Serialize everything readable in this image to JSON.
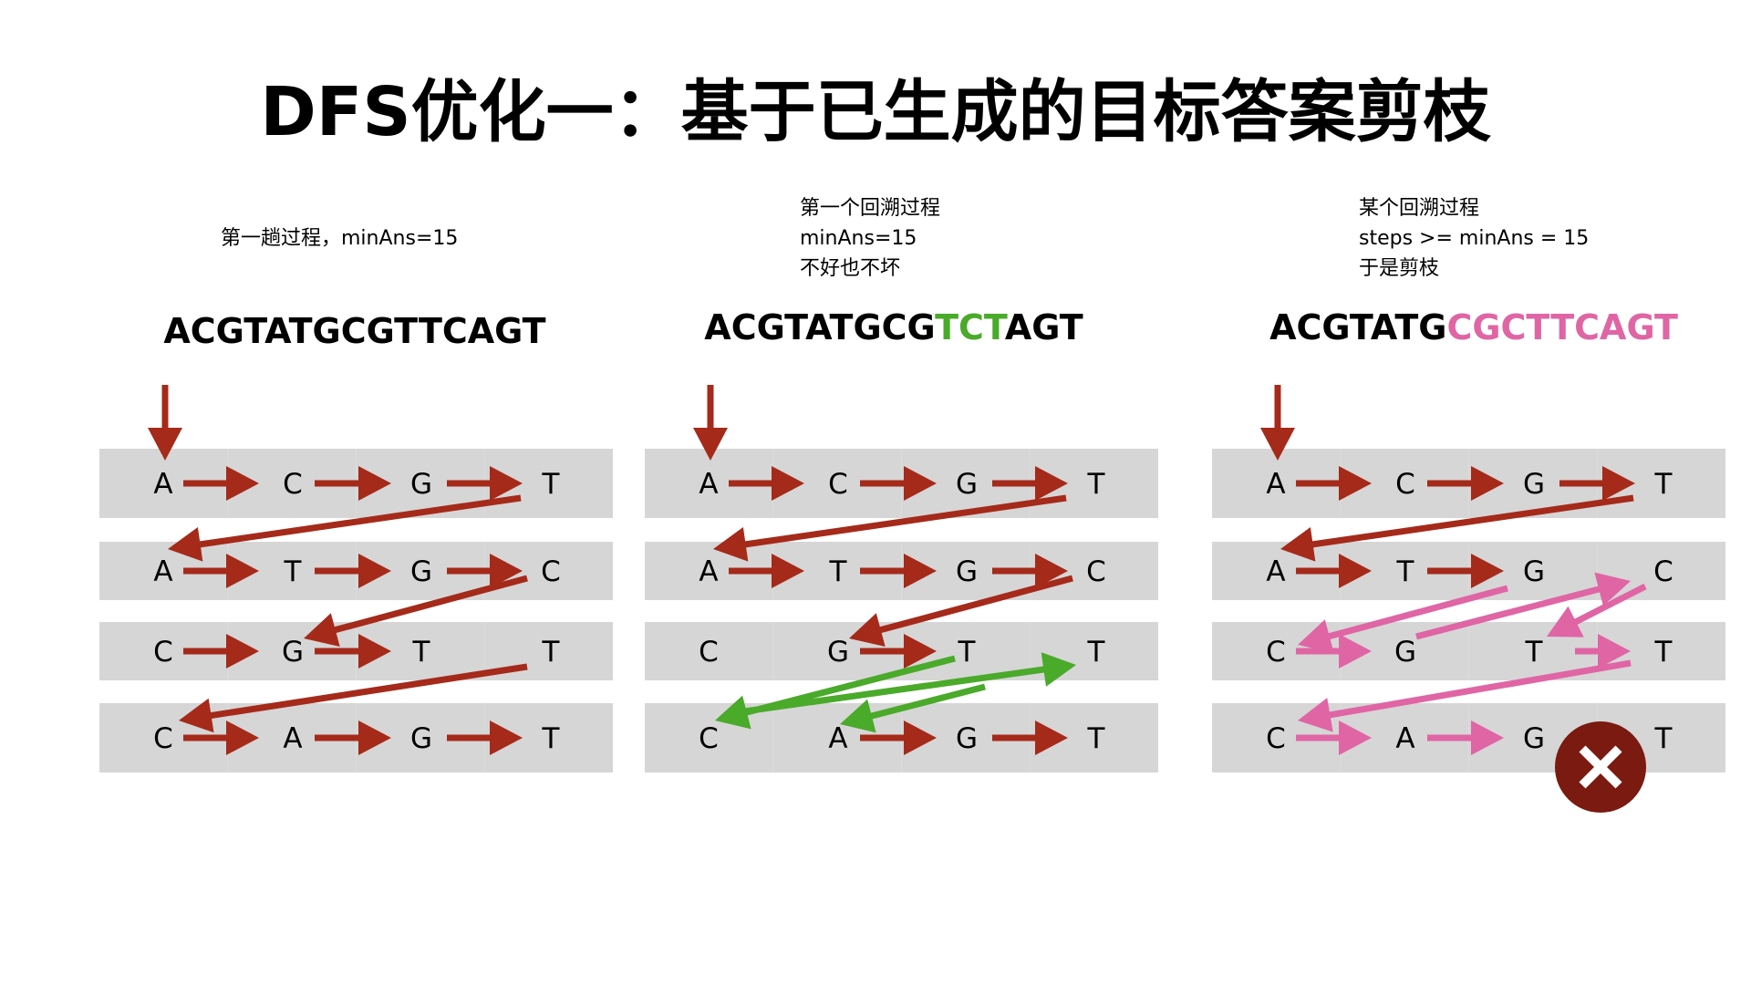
{
  "title": "DFS优化一：基于已生成的目标答案剪枝",
  "colors": {
    "red": "#a52a1a",
    "green": "#4aaa2a",
    "pink": "#e065a5",
    "row_bg": "#d6d6d6",
    "cross_bg": "#7a1a10"
  },
  "panels": [
    {
      "caption": [
        "第一趟过程，minAns=15"
      ],
      "sequence": [
        {
          "text": "ACGTATGCGTTCAGT",
          "color": "black"
        }
      ],
      "grid": [
        [
          "A",
          "C",
          "G",
          "T"
        ],
        [
          "A",
          "T",
          "G",
          "C"
        ],
        [
          "C",
          "G",
          "T",
          "T"
        ],
        [
          "C",
          "A",
          "G",
          "T"
        ]
      ]
    },
    {
      "caption": [
        "第一个回溯过程",
        "minAns=15",
        "不好也不坏"
      ],
      "sequence": [
        {
          "text": "ACGTATGCG",
          "color": "black"
        },
        {
          "text": "TCT",
          "color": "green"
        },
        {
          "text": "AGT",
          "color": "black"
        }
      ],
      "grid": [
        [
          "A",
          "C",
          "G",
          "T"
        ],
        [
          "A",
          "T",
          "G",
          "C"
        ],
        [
          "C",
          "G",
          "T",
          "T"
        ],
        [
          "C",
          "A",
          "G",
          "T"
        ]
      ]
    },
    {
      "caption": [
        "某个回溯过程",
        "steps >= minAns = 15",
        "于是剪枝"
      ],
      "sequence": [
        {
          "text": "ACGTATG",
          "color": "black"
        },
        {
          "text": "CGCTTCAGT",
          "color": "pink"
        }
      ],
      "grid": [
        [
          "A",
          "C",
          "G",
          "T"
        ],
        [
          "A",
          "T",
          "G",
          "C"
        ],
        [
          "C",
          "G",
          "T",
          "T"
        ],
        [
          "C",
          "A",
          "G",
          "T"
        ]
      ],
      "status_icon": "close-icon"
    }
  ]
}
